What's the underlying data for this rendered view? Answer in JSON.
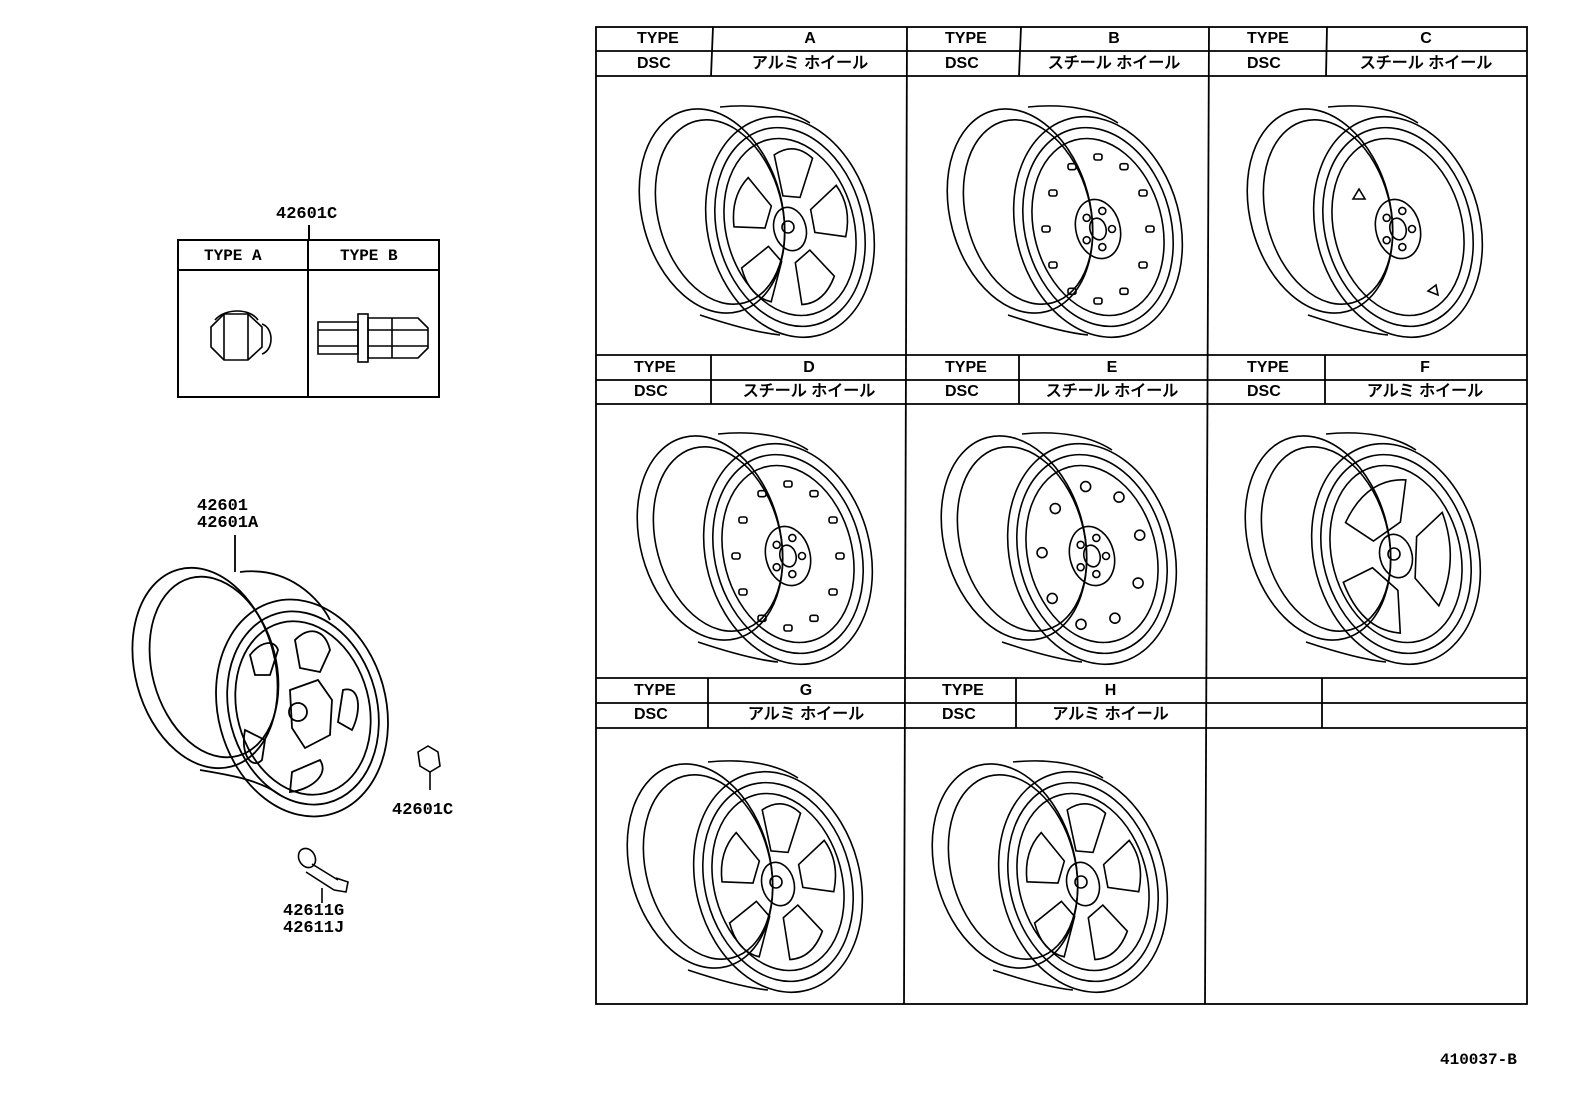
{
  "nut_box": {
    "callout": "42601C",
    "type_a": "TYPE  A",
    "type_b": "TYPE  B"
  },
  "wheel_callout": {
    "line1": "42601",
    "line2": "42601A"
  },
  "nut_callout": "42601C",
  "valve_callout": {
    "line1": "42611G",
    "line2": "42611J"
  },
  "grid": {
    "type_label": "TYPE",
    "dsc_label": "DSC",
    "panels": [
      {
        "type": "A",
        "dsc": "アルミ ホイール",
        "style": "alloy5"
      },
      {
        "type": "B",
        "dsc": "スチール ホイール",
        "style": "steelB"
      },
      {
        "type": "C",
        "dsc": "スチール ホイール",
        "style": "steelC"
      },
      {
        "type": "D",
        "dsc": "スチール ホイール",
        "style": "steelD"
      },
      {
        "type": "E",
        "dsc": "スチール ホイール",
        "style": "steelE"
      },
      {
        "type": "F",
        "dsc": "アルミ ホイール",
        "style": "alloy3"
      },
      {
        "type": "G",
        "dsc": "アルミ ホイール",
        "style": "alloy5s"
      },
      {
        "type": "H",
        "dsc": "アルミ ホイール",
        "style": "alloy5b"
      }
    ]
  },
  "drawing_number": "410037-B"
}
